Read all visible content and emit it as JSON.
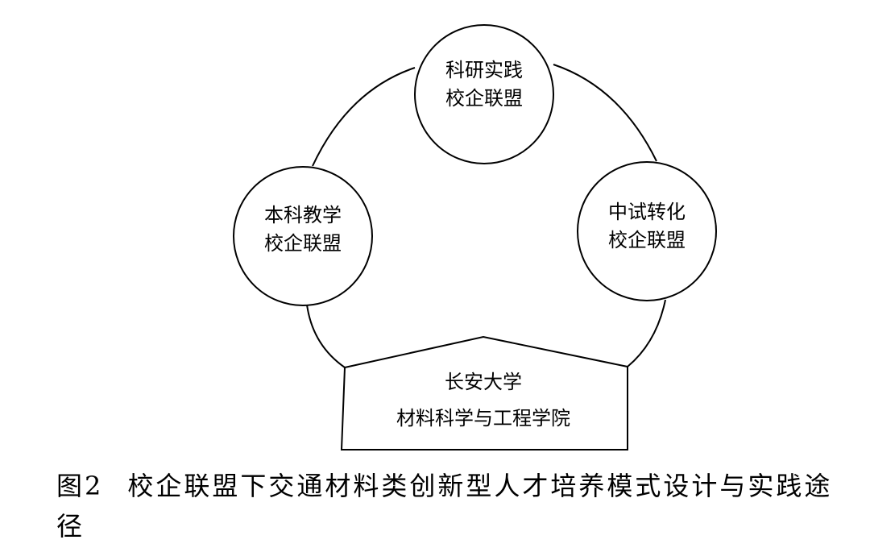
{
  "nodes": {
    "research": {
      "line1": "科研实践",
      "line2": "校企联盟"
    },
    "undergrad": {
      "line1": "本科教学",
      "line2": "校企联盟"
    },
    "pilot": {
      "line1": "中试转化",
      "line2": "校企联盟"
    }
  },
  "base": {
    "line1": "长安大学",
    "line2": "材料科学与工程学院"
  },
  "caption": {
    "number": "图2",
    "text": "校企联盟下交通材料类创新型人才培养模式设计与实践途径"
  }
}
